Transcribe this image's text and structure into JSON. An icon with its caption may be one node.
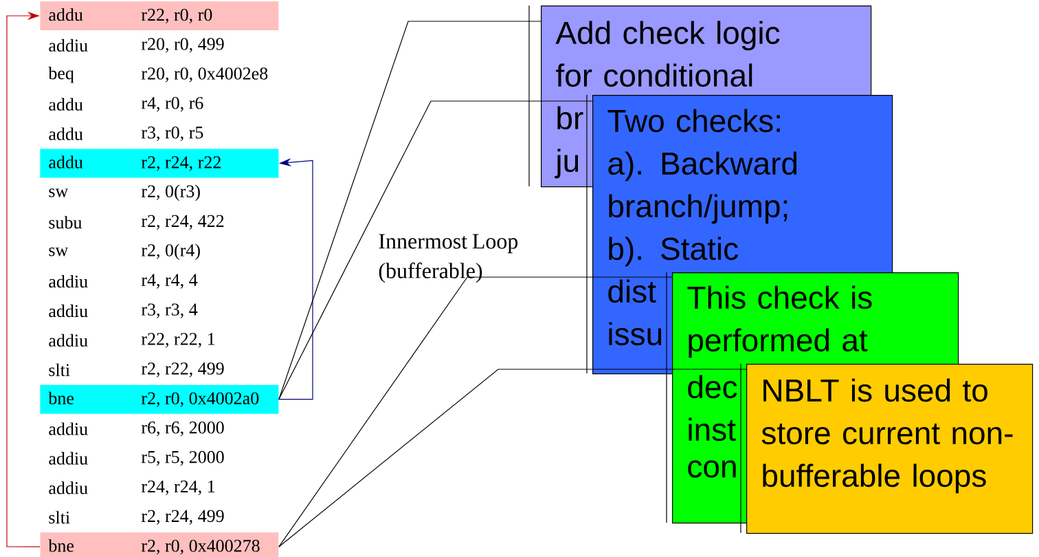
{
  "diagram": {
    "nodes": [
      {
        "text": [
          "addu",
          "r22, r0, r0"
        ]
      },
      {
        "text": [
          "addu",
          "r2, r24, r22"
        ]
      },
      {
        "text": [
          "bne",
          "r2, r0, 0x4002a0"
        ]
      },
      {
        "text": [
          "bne",
          "r2, r0, 0x400278"
        ]
      },
      {
        "text": [
          "Add check logic for conditional",
          "br",
          "ju"
        ]
      },
      {
        "text": [
          "Two checks: a). Backward branch/jump; b). Static",
          "dist",
          "issu"
        ]
      },
      {
        "text": [
          "This check is performed at",
          "dec",
          "inst",
          "con"
        ]
      },
      {
        "text": [
          "NBLT is used to store current non-bufferable loops"
        ]
      }
    ],
    "edges": [
      {
        "from": 3,
        "to": 0,
        "arrow": "to",
        "color": "#c00000"
      },
      {
        "from": 2,
        "to": 1,
        "arrow": "to",
        "color": "#000080"
      },
      {
        "from": 2,
        "to": 4,
        "arrow": "none"
      },
      {
        "from": 2,
        "to": 5,
        "arrow": "none"
      },
      {
        "from": 3,
        "to": 6,
        "arrow": "none"
      },
      {
        "from": 3,
        "to": 7,
        "arrow": "none"
      }
    ],
    "labels": [
      "addiu",
      "r20, r0, 499",
      "beq",
      "r20, r0, 0x4002e8",
      "addu",
      "r4, r0, r6",
      "addu",
      "r3, r0, r5",
      "sw",
      "r2, 0(r3)",
      "subu",
      "r2, r24, 422",
      "sw",
      "r2, 0(r4)",
      "addiu",
      "r4, r4, 4",
      "addiu",
      "r3, r3, 4",
      "addiu",
      "r22, r22, 1",
      "slti",
      "r2, r22, 499",
      "addiu",
      "r6, r6, 2000",
      "addiu",
      "r5, r5, 2000",
      "addiu",
      "r24, r24, 1",
      "slti",
      "r2, r24, 499",
      "Innermost Loop (bufferable)"
    ]
  }
}
